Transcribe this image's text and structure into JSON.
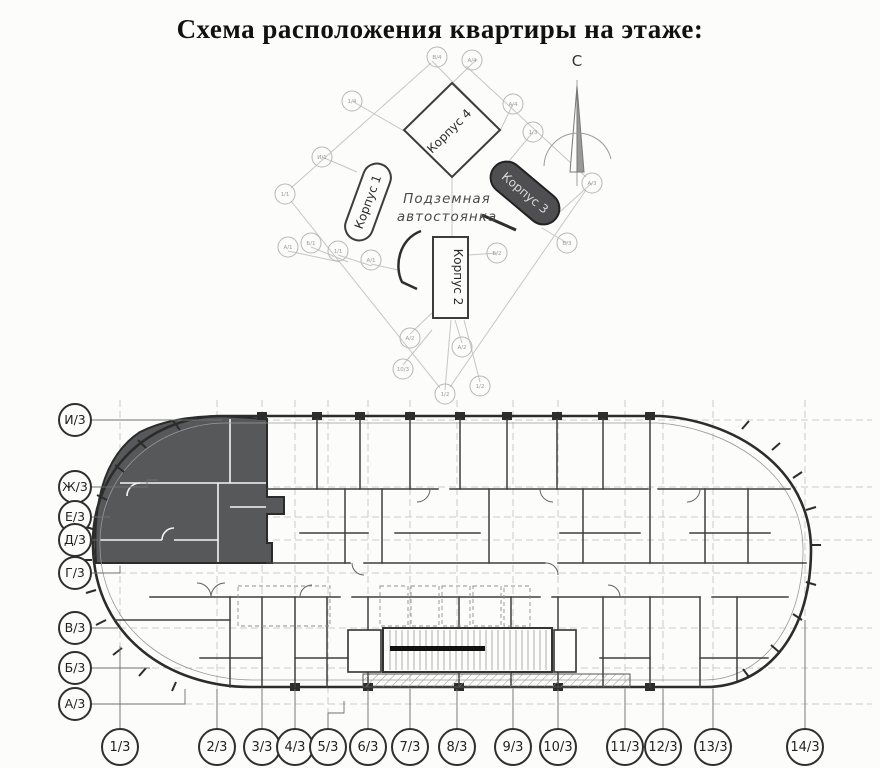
{
  "title": "Схема расположения квартиры на этаже:",
  "site_plan": {
    "buildings": [
      {
        "label": "Корпус 4",
        "highlighted": false
      },
      {
        "label": "Корпус 1",
        "highlighted": false
      },
      {
        "label": "Корпус 3",
        "highlighted": true
      },
      {
        "label": "Корпус 2",
        "highlighted": false
      }
    ],
    "parking_line1": "Подземная",
    "parking_line2": "автостоянка",
    "north_label": "С",
    "markers": [
      {
        "label": "В/4"
      },
      {
        "label": "А/4"
      },
      {
        "label": "1/4"
      },
      {
        "label": "А/4"
      },
      {
        "label": "1/3"
      },
      {
        "label": "И/1"
      },
      {
        "label": "1/1"
      },
      {
        "label": "А/3"
      },
      {
        "label": "В/3"
      },
      {
        "label": "А/1"
      },
      {
        "label": "Б/1"
      },
      {
        "label": "1/1"
      },
      {
        "label": "А/1"
      },
      {
        "label": "Б/2"
      },
      {
        "label": "А/2"
      },
      {
        "label": "10/3"
      },
      {
        "label": "1/2"
      },
      {
        "label": "А/2"
      },
      {
        "label": "1/2"
      }
    ]
  },
  "floor_plan": {
    "left_axes": [
      {
        "label": "И/3"
      },
      {
        "label": "Ж/3"
      },
      {
        "label": "Е/3"
      },
      {
        "label": "Д/3"
      },
      {
        "label": "Г/3"
      },
      {
        "label": "В/3"
      },
      {
        "label": "Б/3"
      },
      {
        "label": "А/3"
      }
    ],
    "bottom_axes": [
      {
        "label": "1/3"
      },
      {
        "label": "2/3"
      },
      {
        "label": "3/3"
      },
      {
        "label": "4/3"
      },
      {
        "label": "5/3"
      },
      {
        "label": "6/3"
      },
      {
        "label": "7/3"
      },
      {
        "label": "8/3"
      },
      {
        "label": "9/3"
      },
      {
        "label": "10/3"
      },
      {
        "label": "11/3"
      },
      {
        "label": "12/3"
      },
      {
        "label": "13/3"
      },
      {
        "label": "14/3"
      }
    ],
    "highlighted_apartment": {
      "fill": "#57585a"
    }
  },
  "colors": {
    "background": "#fcfcfb",
    "wall_dark": "#2c2c2c",
    "grid": "#bdbdbd",
    "highlight": "#57585a"
  }
}
